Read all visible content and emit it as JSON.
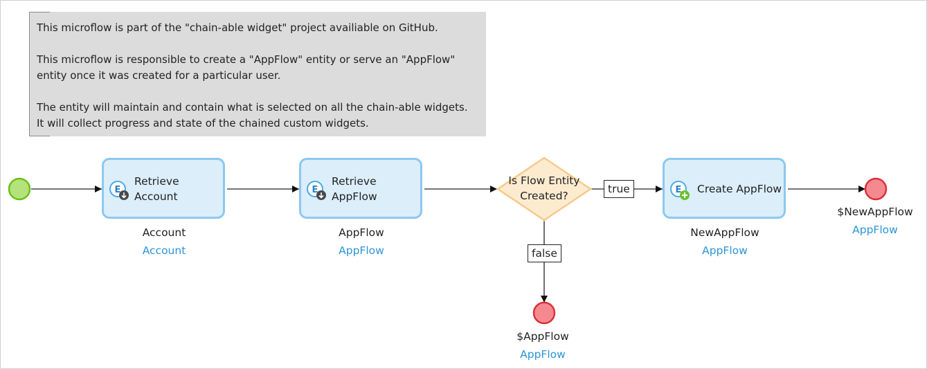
{
  "annotation": {
    "line1": "This microflow is part of the \"chain-able widget\" project availiable on GitHub.",
    "line2": "This microflow is responsible to create a \"AppFlow\" entity or serve an \"AppFlow\" entity once it was created for a particular user.",
    "line3": "The entity will maintain and contain what is selected on all the chain-able widgets. It will collect progress and state of the chained custom widgets."
  },
  "activities": [
    {
      "label": "Retrieve\nAccount",
      "output_name": "Account",
      "output_type": "Account",
      "icon": "retrieve-icon"
    },
    {
      "label": "Retrieve\nAppFlow",
      "output_name": "AppFlow",
      "output_type": "AppFlow",
      "icon": "retrieve-icon"
    },
    {
      "label": "Create AppFlow",
      "output_name": "NewAppFlow",
      "output_type": "AppFlow",
      "icon": "create-icon"
    }
  ],
  "decision": {
    "label": "Is Flow Entity\nCreated?"
  },
  "cases": {
    "true_label": "true",
    "false_label": "false"
  },
  "end_events": [
    {
      "return_value": "$NewAppFlow",
      "return_type": "AppFlow"
    },
    {
      "return_value": "$AppFlow",
      "return_type": "AppFlow"
    }
  ],
  "colors": {
    "start": "#b5e27a",
    "start_border": "#6bbf1a",
    "end": "#f48a8f",
    "end_border": "#d9303a",
    "activity_fill": "#dbeefa",
    "activity_border": "#8cc8ef",
    "decision_fill": "#fdebd0",
    "decision_border": "#f7c98a",
    "type_text": "#2b95d6"
  }
}
